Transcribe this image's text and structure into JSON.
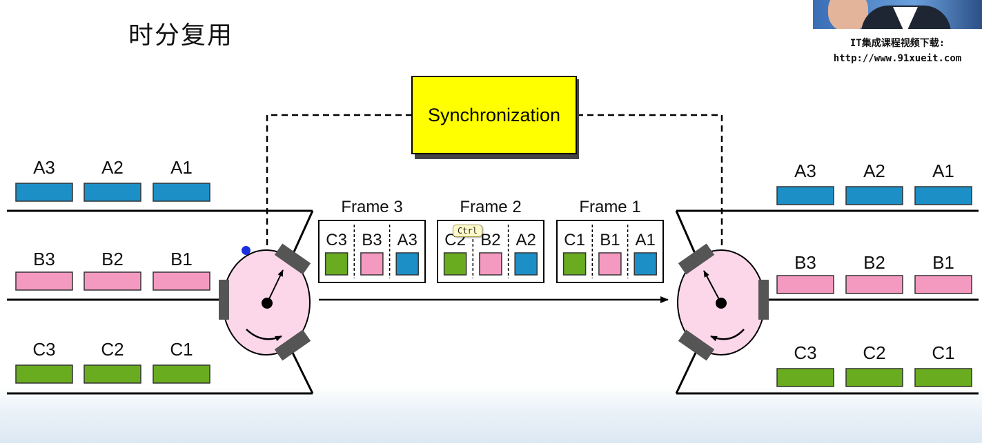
{
  "slide": {
    "title": "时分复用"
  },
  "watermark": {
    "line1": "IT集成课程视频下载:",
    "line2": "http://www.91xueit.com"
  },
  "diagram": {
    "sync_label": "Synchronization",
    "input_channels": [
      {
        "name": "A",
        "color": "#1c8fc7",
        "units": [
          "A3",
          "A2",
          "A1"
        ]
      },
      {
        "name": "B",
        "color": "#f49ac1",
        "units": [
          "B3",
          "B2",
          "B1"
        ]
      },
      {
        "name": "C",
        "color": "#6aac1f",
        "units": [
          "C3",
          "C2",
          "C1"
        ]
      }
    ],
    "output_channels": [
      {
        "name": "A",
        "color": "#1c8fc7",
        "units": [
          "A3",
          "A2",
          "A1"
        ]
      },
      {
        "name": "B",
        "color": "#f49ac1",
        "units": [
          "B3",
          "B2",
          "B1"
        ]
      },
      {
        "name": "C",
        "color": "#6aac1f",
        "units": [
          "C3",
          "C2",
          "C1"
        ]
      }
    ],
    "frames": [
      {
        "label": "Frame 3",
        "slots": [
          {
            "label": "C3",
            "color": "#6aac1f"
          },
          {
            "label": "B3",
            "color": "#f49ac1"
          },
          {
            "label": "A3",
            "color": "#1c8fc7"
          }
        ]
      },
      {
        "label": "Frame 2",
        "slots": [
          {
            "label": "C2",
            "color": "#6aac1f"
          },
          {
            "label": "B2",
            "color": "#f49ac1"
          },
          {
            "label": "A2",
            "color": "#1c8fc7"
          }
        ]
      },
      {
        "label": "Frame 1",
        "slots": [
          {
            "label": "C1",
            "color": "#6aac1f"
          },
          {
            "label": "B1",
            "color": "#f49ac1"
          },
          {
            "label": "A1",
            "color": "#1c8fc7"
          }
        ]
      }
    ],
    "colors": {
      "sync_box": "#ffff00",
      "switch_disk": "#fcd7ea",
      "contact": "#555555"
    }
  },
  "overlay": {
    "ctrl_hint": "Ctrl"
  }
}
